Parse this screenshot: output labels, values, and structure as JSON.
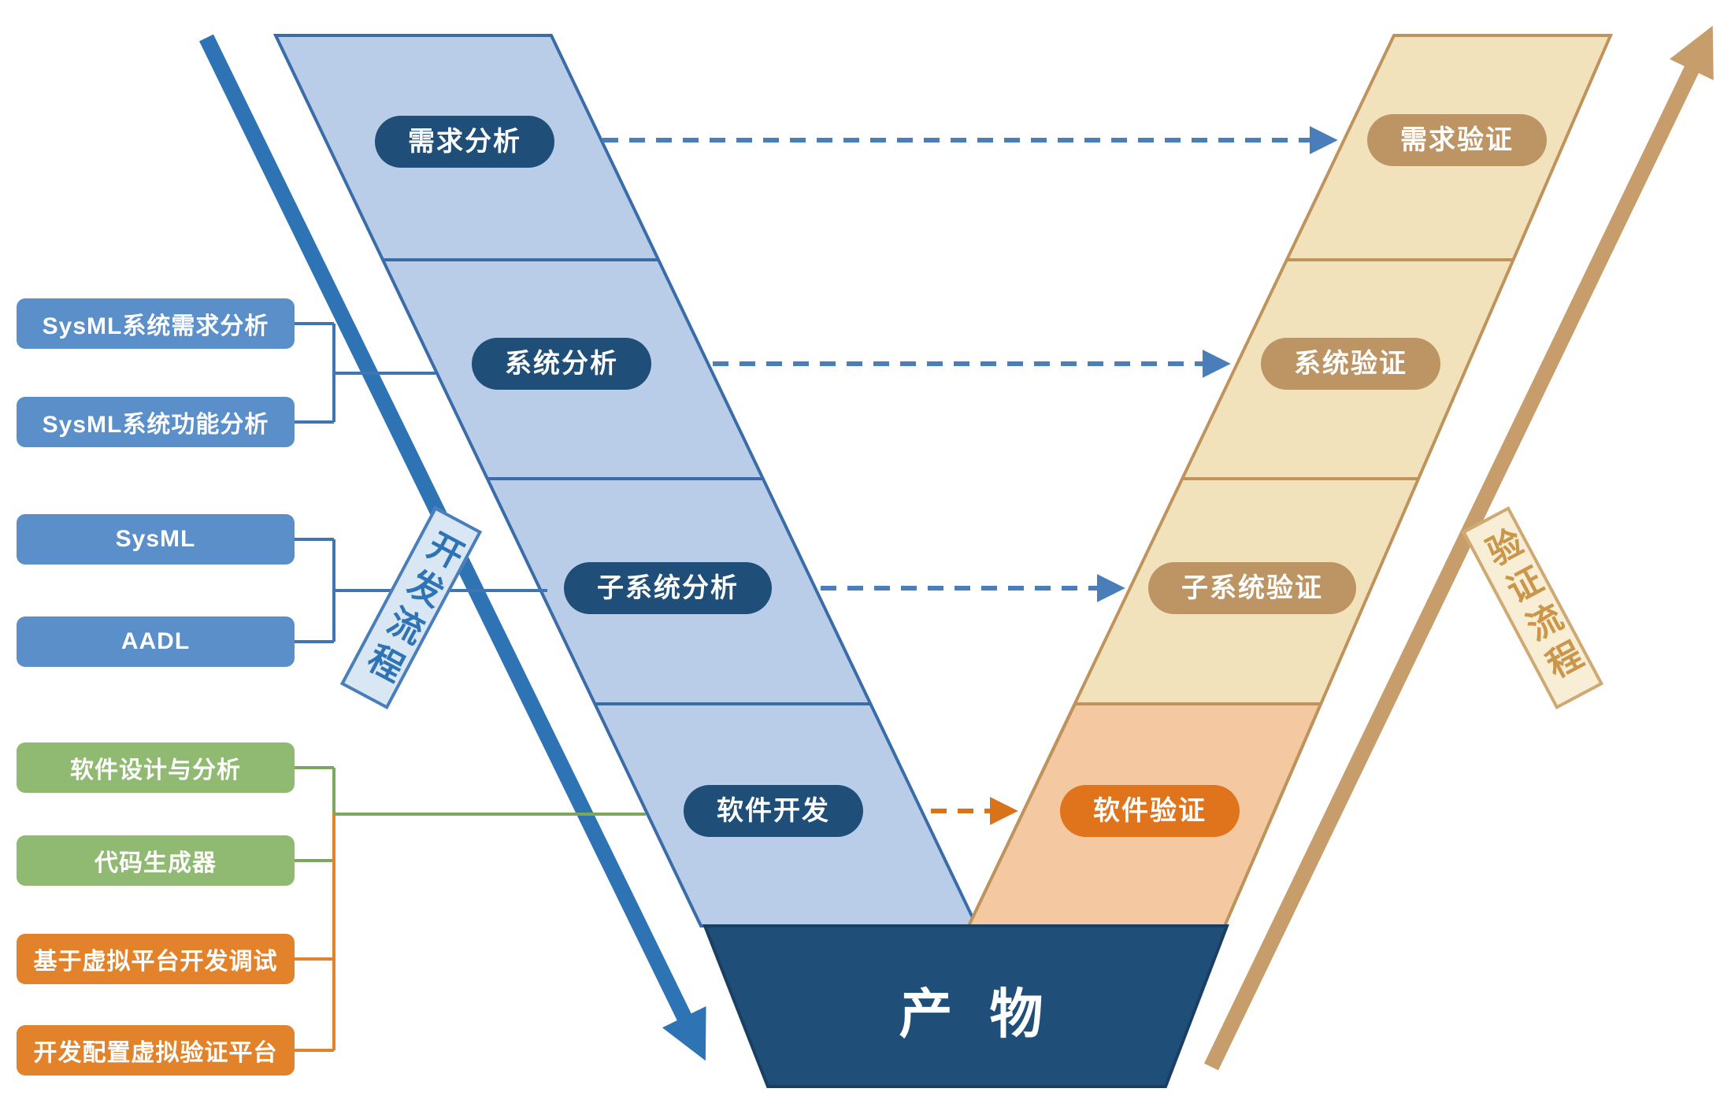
{
  "left_branch": {
    "flow_label": "开发流程",
    "stages": [
      "需求分析",
      "系统分析",
      "子系统分析",
      "软件开发"
    ]
  },
  "right_branch": {
    "flow_label": "验证流程",
    "stages": [
      "需求验证",
      "系统验证",
      "子系统验证",
      "软件验证"
    ]
  },
  "product_label": "产 物",
  "tools": {
    "sysml_requirements": "SysML系统需求分析",
    "sysml_function": "SysML系统功能分析",
    "sysml": "SysML",
    "aadl": "AADL",
    "software_design": "软件设计与分析",
    "code_generator": "代码生成器",
    "virtual_platform_debug": "基于虚拟平台开发调试",
    "virtual_platform_config": "开发配置虚拟验证平台"
  },
  "colors": {
    "left_band_fill": "#b9cde8",
    "left_band_border": "#3a6ca8",
    "stage_pill": "#1f4e79",
    "dev_arrow": "#2e74b5",
    "dashed_arrow": "#4a7ebb",
    "right_band_fill": "#f2e2bc",
    "right_band_border": "#bf945c",
    "verify_pill": "#bd9565",
    "software_verify_pill": "#e0741c",
    "software_verify_segment_fill": "#f4c9a1",
    "verify_arrow": "#c79e6b",
    "orange_dashed_arrow": "#d9731a",
    "product_fill": "#1f4e79",
    "tool_blue": "#5b8fc9",
    "tool_green": "#90b971",
    "tool_orange": "#e2832c"
  }
}
